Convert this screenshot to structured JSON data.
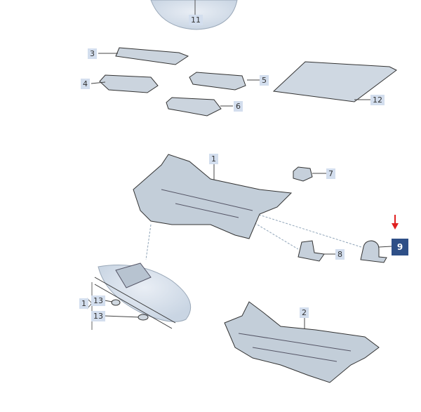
{
  "diagram": {
    "callouts": {
      "p11": "11",
      "p3": "3",
      "p4": "4",
      "p5": "5",
      "p6": "6",
      "p12": "12",
      "p1_top": "1",
      "p7": "7",
      "p8": "8",
      "p9": "9",
      "p1_detail": "1",
      "p13_a": "13",
      "p13_b": "13",
      "p2": "2"
    },
    "highlight_color": "#2e4f87",
    "arrow_color": "#e02020"
  }
}
